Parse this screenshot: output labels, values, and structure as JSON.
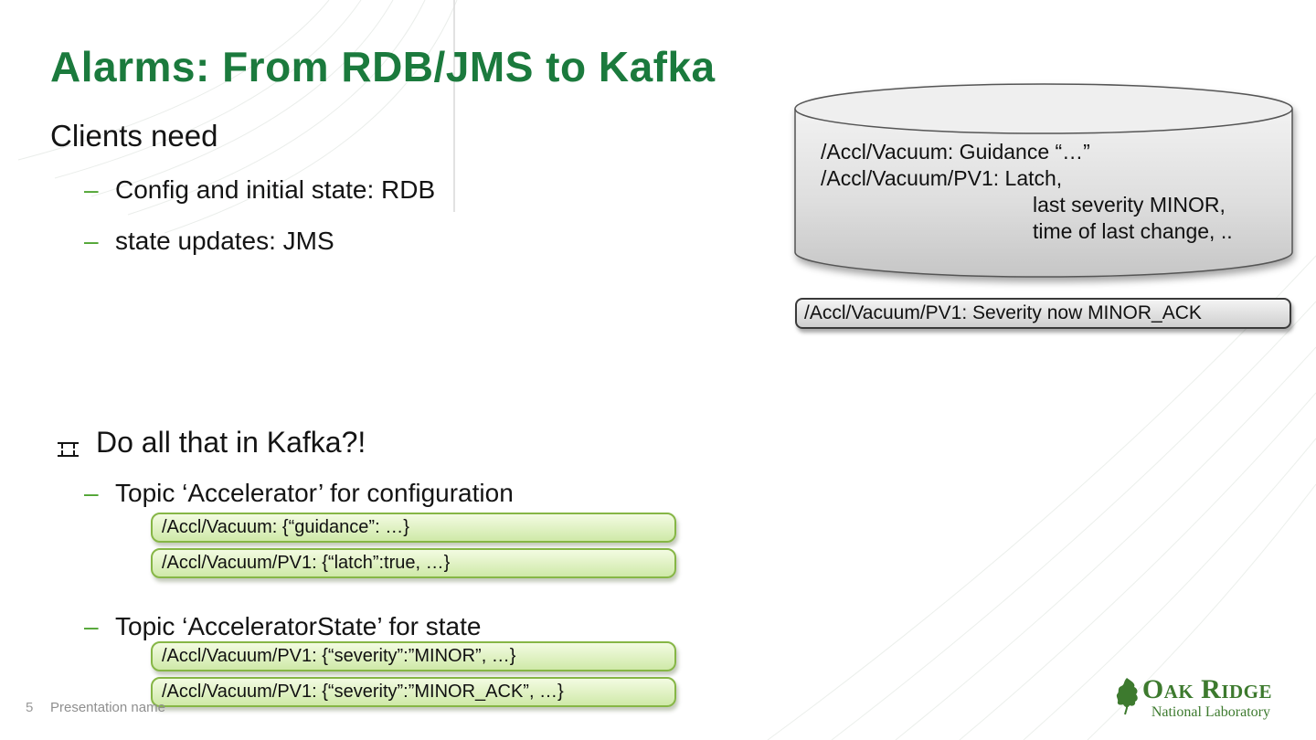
{
  "slide": {
    "title": "Alarms: From RDB/JMS to Kafka",
    "page_number": "5",
    "footer": "Presentation name",
    "marker": "–"
  },
  "clients_need": {
    "heading": "Clients need",
    "bullets": [
      "Config and initial state: RDB",
      "state updates: JMS"
    ]
  },
  "rdb_cylinder": {
    "lines": [
      "/Accl/Vacuum: Guidance “…”",
      "/Accl/Vacuum/PV1: Latch,",
      "last severity MINOR,",
      "time of last change, .."
    ]
  },
  "jms_box": {
    "text": "/Accl/Vacuum/PV1: Severity now MINOR_ACK"
  },
  "kafka": {
    "heading": "Do all that in Kafka?!",
    "topic_config": "Topic ‘Accelerator’ for configuration",
    "config_messages": [
      "/Accl/Vacuum: {“guidance”: …}",
      "/Accl/Vacuum/PV1: {“latch”:true, …}"
    ],
    "topic_state": "Topic ‘AcceleratorState’ for state",
    "state_messages": [
      "/Accl/Vacuum/PV1: {“severity”:”MINOR”, …}",
      "/Accl/Vacuum/PV1: {“severity”:”MINOR_ACK”, …}"
    ]
  },
  "logo": {
    "name": "Oak Ridge",
    "subtitle": "National Laboratory"
  },
  "colors": {
    "title_green": "#1b7a3d",
    "bullet_green": "#4da32f",
    "logo_green": "#3d7a2e",
    "box_border_green": "#86b646"
  }
}
